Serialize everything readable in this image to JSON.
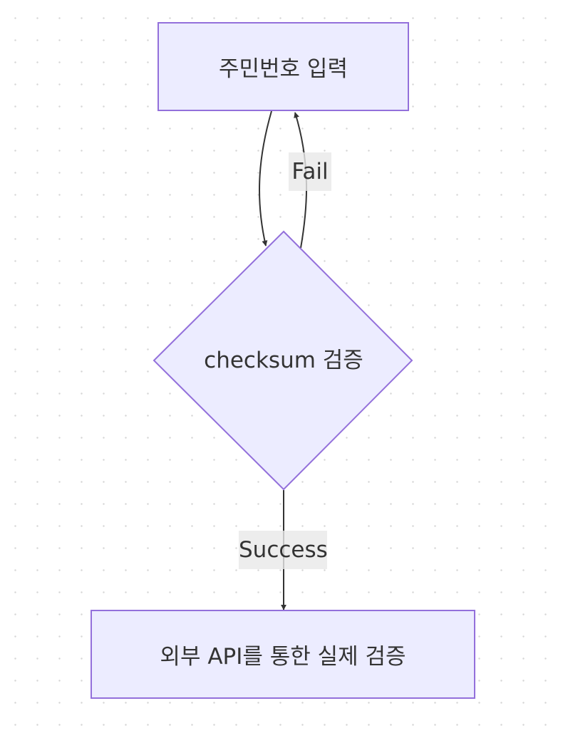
{
  "diagram": {
    "nodes": {
      "input": {
        "label": "주민번호 입력",
        "shape": "rectangle"
      },
      "checksum": {
        "label": "checksum 검증",
        "shape": "diamond"
      },
      "external": {
        "label": "외부 API를 통한 실제 검증",
        "shape": "rectangle"
      }
    },
    "edges": [
      {
        "from": "input",
        "to": "checksum",
        "label": ""
      },
      {
        "from": "checksum",
        "to": "input",
        "label": "Fail"
      },
      {
        "from": "checksum",
        "to": "external",
        "label": "Success"
      }
    ],
    "colors": {
      "node_fill": "#ECECFF",
      "node_border": "#9370DB",
      "edge": "#333333",
      "label_bg": "#E8E8E8",
      "text": "#333333"
    }
  }
}
